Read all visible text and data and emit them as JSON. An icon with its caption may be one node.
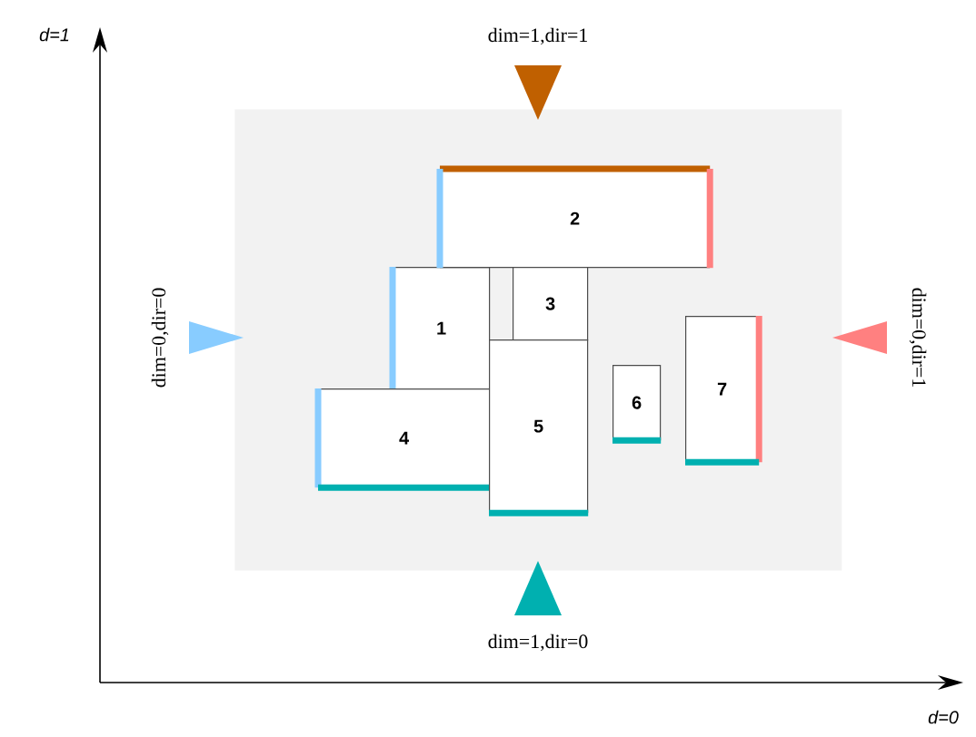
{
  "diagram": {
    "nodes": [
      {
        "text": [],
        "shape": "box"
      },
      {
        "text": [
          "1"
        ],
        "in": 0
      },
      {
        "text": [
          "2"
        ],
        "in": 0
      },
      {
        "text": [
          "3"
        ],
        "in": 0
      },
      {
        "text": [
          "4"
        ],
        "in": 0
      },
      {
        "text": [
          "5"
        ],
        "in": 0
      },
      {
        "text": [
          "6"
        ],
        "in": 0
      },
      {
        "text": [
          "7"
        ],
        "in": 0
      }
    ],
    "edges": [],
    "labels": [
      "d=1",
      "dim=1,dir=1",
      "dim=0,dir=0",
      "dim=0,dir=1",
      "dim=1,dir=0",
      "d=0"
    ]
  }
}
